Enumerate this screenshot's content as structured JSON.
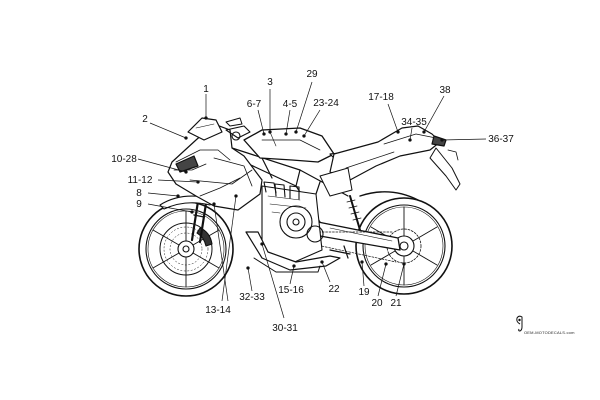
{
  "diagram": {
    "callouts": [
      "1",
      "2",
      "3",
      "6-7",
      "4-5",
      "29",
      "23-24",
      "17-18",
      "38",
      "34-35",
      "36-37",
      "10-28",
      "11-12",
      "8",
      "9",
      "32-33",
      "15-16",
      "22",
      "19",
      "20",
      "21",
      "13-14",
      "30-31"
    ]
  },
  "watermark": {
    "text": "OEM-MOTODECALS.com"
  }
}
